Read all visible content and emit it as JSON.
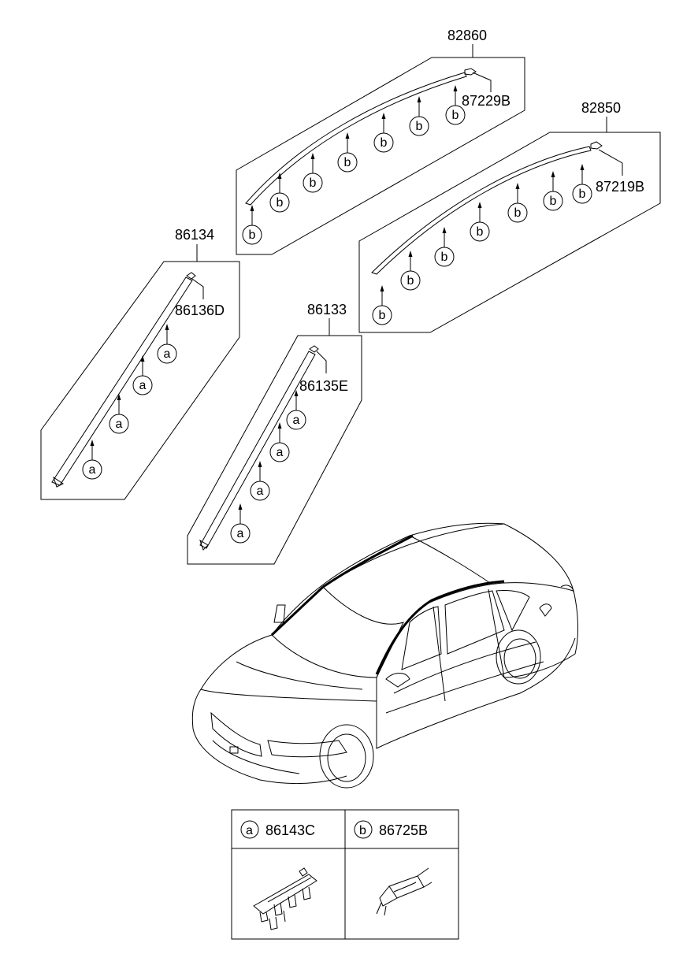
{
  "parts": {
    "roof_right": "82860",
    "roof_right_clip": "87229B",
    "roof_left": "82850",
    "roof_left_clip": "87219B",
    "pillar_left": "86134",
    "pillar_left_clip": "86136D",
    "pillar_right": "86133",
    "pillar_right_clip": "86135E"
  },
  "callouts": {
    "a": "a",
    "b": "b"
  },
  "legend": {
    "a_letter": "a",
    "a_part": "86143C",
    "b_letter": "b",
    "b_part": "86725B"
  }
}
